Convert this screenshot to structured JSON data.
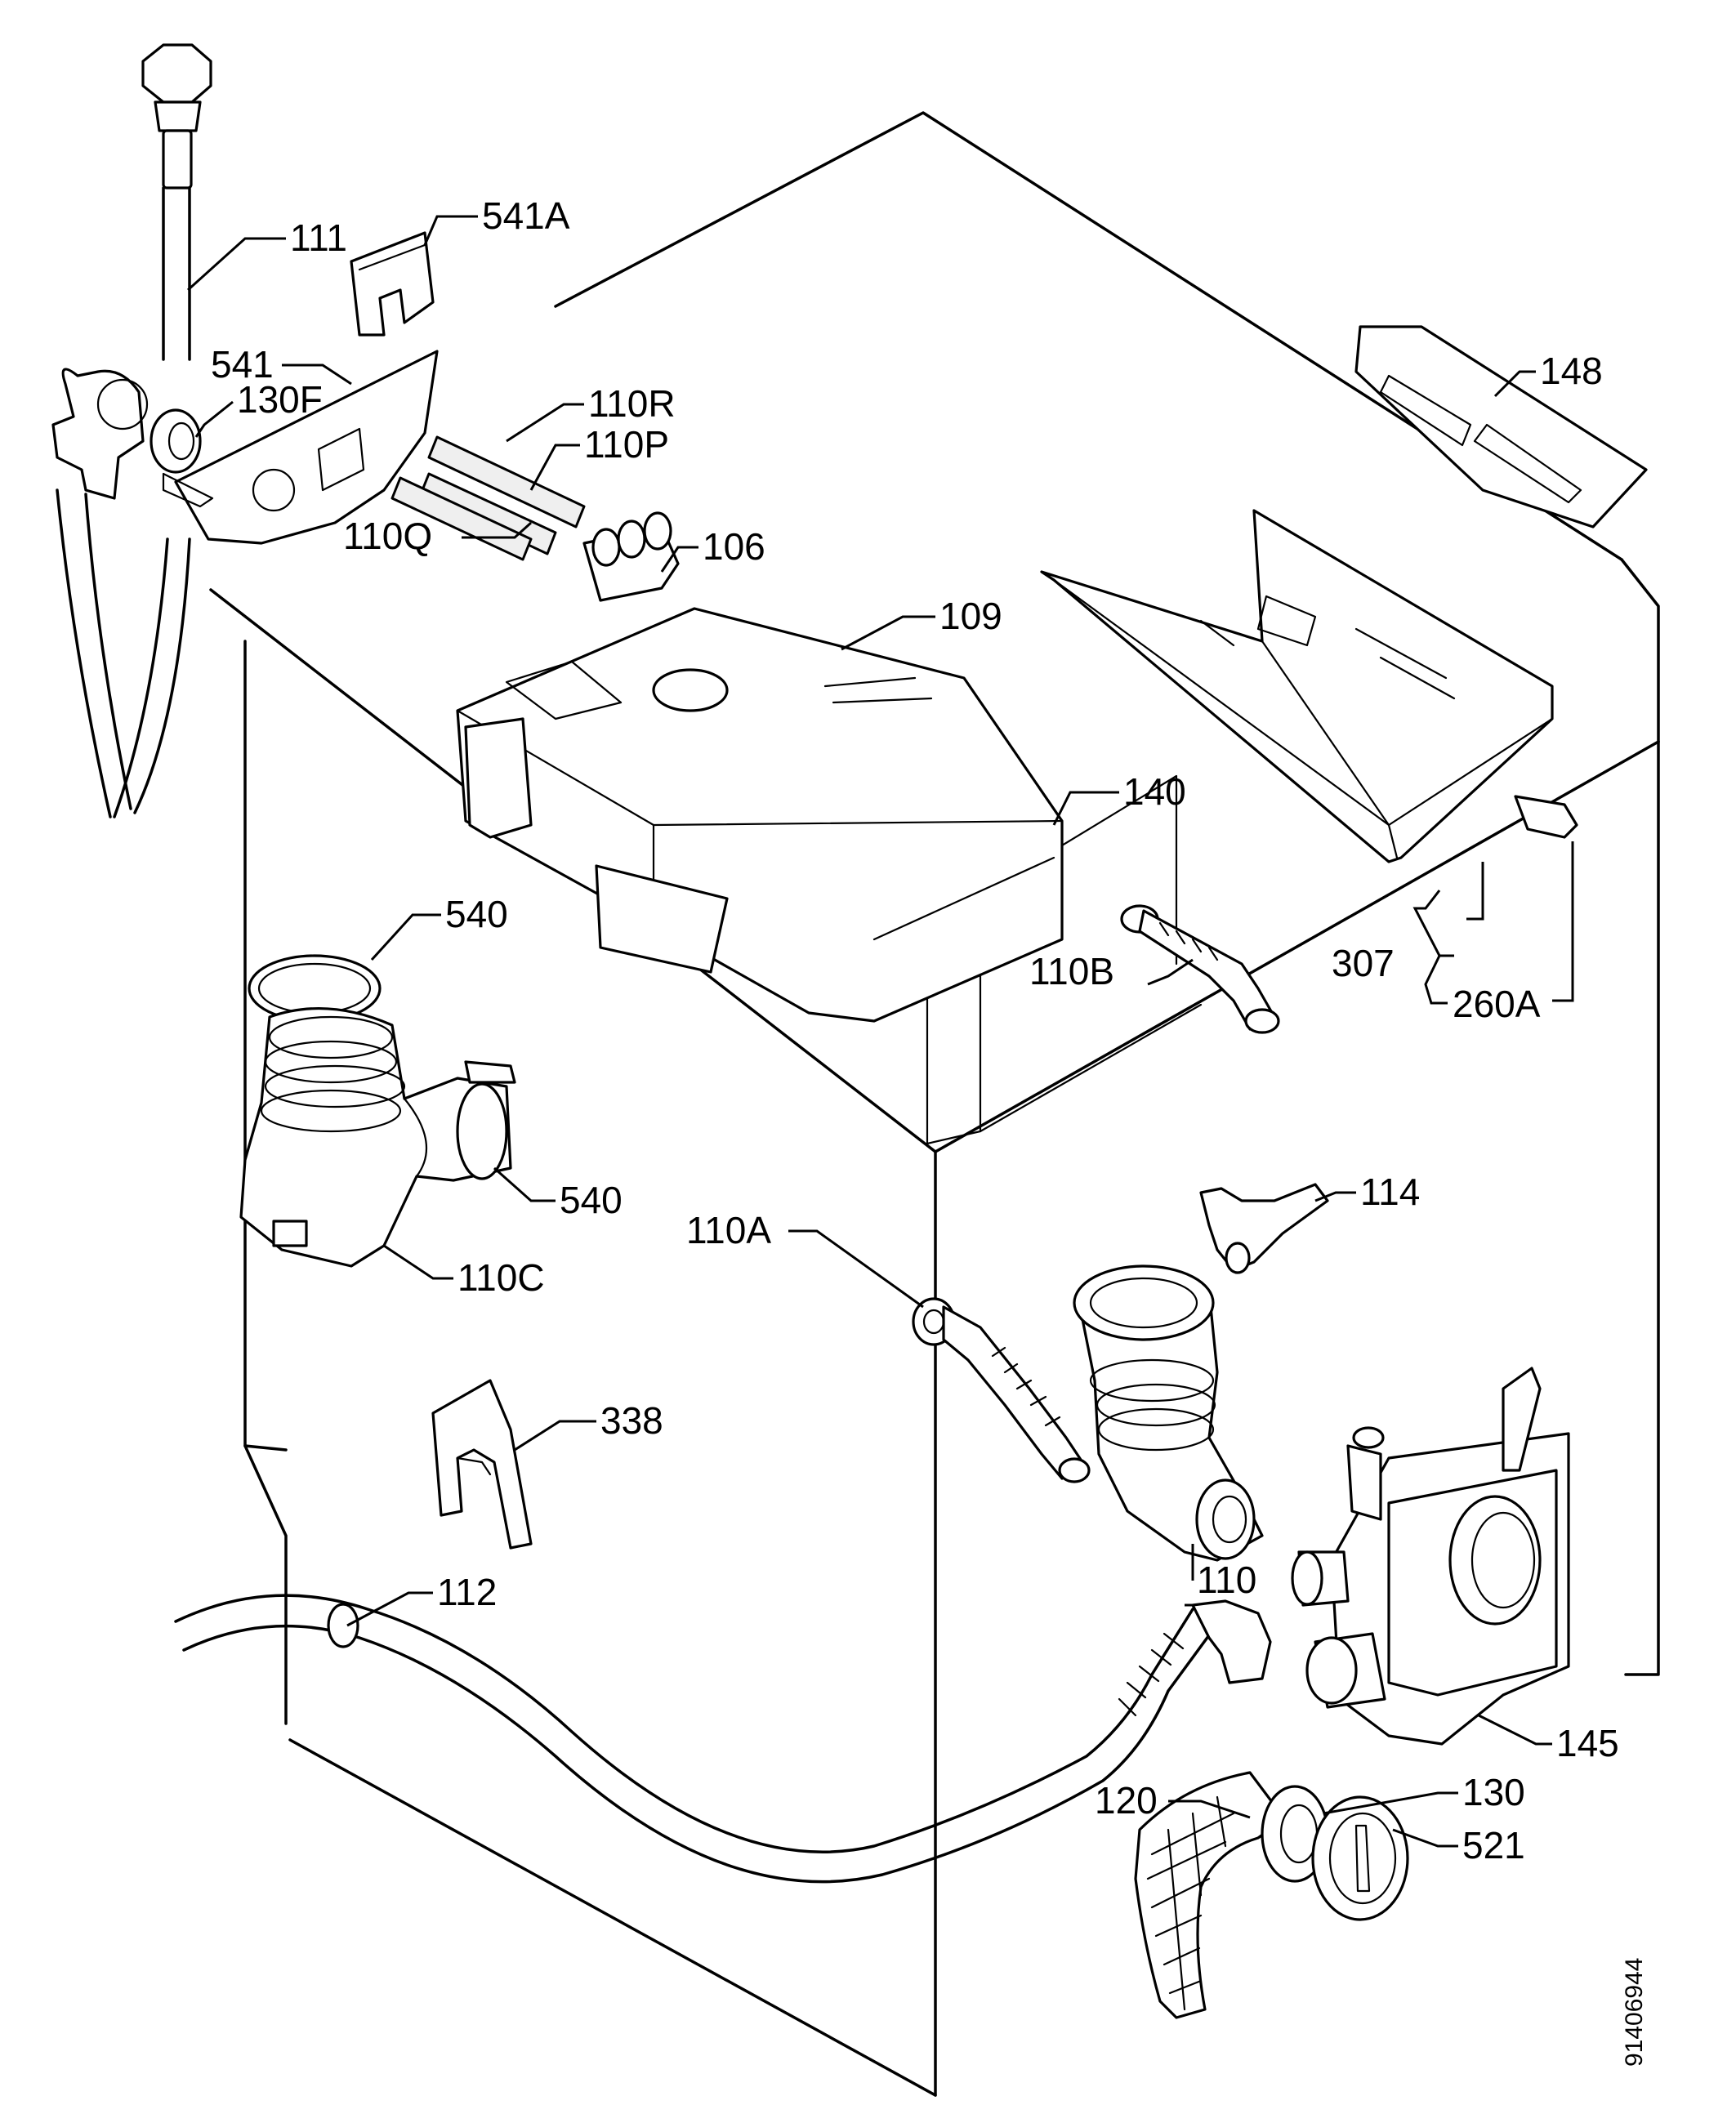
{
  "labels": {
    "l111": "111",
    "l541a": "541A",
    "l541": "541",
    "l130f": "130F",
    "l110r": "110R",
    "l110p": "110P",
    "l110q": "110Q",
    "l106": "106",
    "l109": "109",
    "l148": "148",
    "l140": "140",
    "l540top": "540",
    "l540mid": "540",
    "l110b": "110B",
    "l307": "307",
    "l260a": "260A",
    "l110c": "110C",
    "l114": "114",
    "l110a": "110A",
    "l338": "338",
    "l110": "110",
    "l112": "112",
    "l145": "145",
    "l130": "130",
    "l120": "120",
    "l521": "521"
  },
  "drawing_ref": "91406944"
}
